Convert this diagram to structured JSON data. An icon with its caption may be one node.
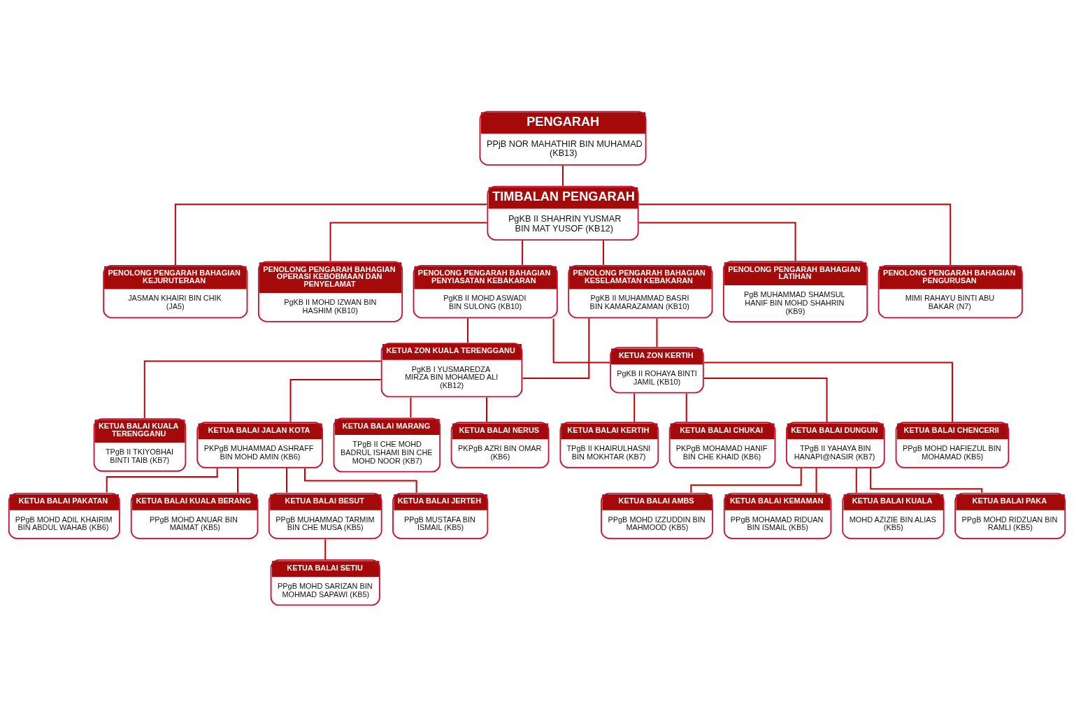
{
  "diagram": {
    "nodes": [
      {
        "text": [
          "PENGARAH",
          "PPjB NOR MAHATHIR BIN MUHAMAD (KB13)"
        ]
      },
      {
        "text": [
          "TIMBALAN PENGARAH",
          "PgKB II SHAHRIN YUSMAR BIN MAT YUSOF (KB12)"
        ]
      },
      {
        "text": [
          "PENOLONG PENGARAH BAHAGIAN KEJURUTERAAN",
          "JASMAN KHAIRI BIN CHIK (JA5)"
        ]
      },
      {
        "text": [
          "PENOLONG PENGARAH BAHAGIAN OPERASI KEBOBMAAN DAN PENYELAMAT",
          "PgKB II MOHD IZWAN BIN HASHIM (KB10)"
        ]
      },
      {
        "text": [
          "PENOLONG PENGARAH BAHAGIAN PENYIASATAN KEBAKARAN",
          "PgKB II MOHD ASWADI BIN SULONG (KB10)"
        ]
      },
      {
        "text": [
          "PENOLONG PENGARAH BAHAGIAN KESELAMATAN KEBAKARAN",
          "PgKB II MUHAMMAD BASRI BIN KAMARAZAMAN (KB10)"
        ]
      },
      {
        "text": [
          "PENOLONG PENGARAH BAHAGIAN LATIHAN",
          "PgB MUHAMMAD SHAMSUL HANIF BIN MOHD SHAHRIN (KB9)"
        ]
      },
      {
        "text": [
          "PENOLONG PENGARAH BAHAGIAN PENGURUSAN",
          "MIMI RAHAYU BINTI ABU BAKAR (N7)"
        ]
      },
      {
        "text": [
          "KETUA ZON KUALA TERENGGANU",
          "PgKB I YUSMAREDZA MIRZA BIN MOHAMED ALI (KB12)"
        ]
      },
      {
        "text": [
          "KETUA ZON KERTIH",
          "PgKB II ROHAYA BINTI JAMIL (KB10)"
        ]
      },
      {
        "text": [
          "KETUA BALAI KUALA TERENGGANU",
          "TPgB II TKIYOBHAI BINTI TAIB (KB7)"
        ]
      },
      {
        "text": [
          "KETUA BALAI JALAN KOTA",
          "PKPgB MUHAMMAD ASHRAFF BIN MOHD AMIN (KB6)"
        ]
      },
      {
        "text": [
          "KETUA BALAI MARANG",
          "TPgB II CHE MOHD BADRUL ISHAMI BIN CHE MOHD NOOR (KB7)"
        ]
      },
      {
        "text": [
          "KETUA BALAI NERUS",
          "PKPgB AZRI BIN OMAR (KB6)"
        ]
      },
      {
        "text": [
          "KETUA BALAI KERTIH",
          "TPgB II KHAIRULHASNI BIN MOKHTAR (KB7)"
        ]
      },
      {
        "text": [
          "KETUA BALAI CHUKAI",
          "PKPgB MOHAMAD HANIF BIN CHE KHAID (KB6)"
        ]
      },
      {
        "text": [
          "KETUA BALAI DUNGUN",
          "TPgB II YAHAYA BIN HANAPI@NASIR (KB7)"
        ]
      },
      {
        "text": [
          "KETUA BALAI CHENCERII",
          "PPgB MOHD HAFIEZUL BIN MOHAMAD (KB5)"
        ]
      },
      {
        "text": [
          "KETUA BALAI PAKATAN",
          "PPgB MOHD ADIL KHAIRIM BIN ABDUL WAHAB (KB6)"
        ]
      },
      {
        "text": [
          "KETUA BALAI KUALA BERANG",
          "PPgB MOHD ANUAR BIN MAIMAT (KB5)"
        ]
      },
      {
        "text": [
          "KETUA BALAI BESUT",
          "PPgB MUHAMMAD TARMIM BIN CHE MUSA (KB5)"
        ]
      },
      {
        "text": [
          "KETUA BALAI JERTEH",
          "PPgB MUSTAFA BIN ISMAIL (KB5)"
        ]
      },
      {
        "text": [
          "KETUA BALAI AMBS",
          "PPgB MOHD IZZUDDIN BIN MAHMOOD (KB5)"
        ]
      },
      {
        "text": [
          "KETUA BALAI KEMAMAN",
          "PPgB MOHAMAD RIDUAN BIN ISMAIL (KB5)"
        ]
      },
      {
        "text": [
          "KETUA BALAI KUALA",
          "MOHD AZIZIE BIN ALIAS (KB5)"
        ]
      },
      {
        "text": [
          "KETUA BALAI PAKA",
          "PPgB MOHD RIDZUAN BIN RAMLI (KB5)"
        ]
      },
      {
        "text": [
          "KETUA BALAI SETIU",
          "PPgB MOHD SARIZAN BIN MOHMAD SAPAWI (KB5)"
        ]
      }
    ],
    "edges": [
      {
        "from": 0,
        "to": 1,
        "arrow": "none"
      },
      {
        "from": 1,
        "to": 2,
        "arrow": "none"
      },
      {
        "from": 1,
        "to": 3,
        "arrow": "none"
      },
      {
        "from": 1,
        "to": 4,
        "arrow": "none"
      },
      {
        "from": 1,
        "to": 5,
        "arrow": "none"
      },
      {
        "from": 1,
        "to": 6,
        "arrow": "none"
      },
      {
        "from": 1,
        "to": 7,
        "arrow": "none"
      },
      {
        "from": 4,
        "to": 8,
        "arrow": "none"
      },
      {
        "from": 4,
        "to": 9,
        "arrow": "none"
      },
      {
        "from": 5,
        "to": 8,
        "arrow": "none"
      },
      {
        "from": 5,
        "to": 9,
        "arrow": "none"
      },
      {
        "from": 8,
        "to": 10,
        "arrow": "none"
      },
      {
        "from": 8,
        "to": 11,
        "arrow": "none"
      },
      {
        "from": 8,
        "to": 12,
        "arrow": "none"
      },
      {
        "from": 8,
        "to": 13,
        "arrow": "none"
      },
      {
        "from": 9,
        "to": 14,
        "arrow": "none"
      },
      {
        "from": 9,
        "to": 15,
        "arrow": "none"
      },
      {
        "from": 9,
        "to": 16,
        "arrow": "none"
      },
      {
        "from": 9,
        "to": 17,
        "arrow": "none"
      },
      {
        "from": 11,
        "to": 18,
        "arrow": "none"
      },
      {
        "from": 11,
        "to": 19,
        "arrow": "none"
      },
      {
        "from": 11,
        "to": 20,
        "arrow": "none"
      },
      {
        "from": 11,
        "to": 21,
        "arrow": "none"
      },
      {
        "from": 16,
        "to": 22,
        "arrow": "none"
      },
      {
        "from": 16,
        "to": 23,
        "arrow": "none"
      },
      {
        "from": 16,
        "to": 24,
        "arrow": "none"
      },
      {
        "from": 16,
        "to": 25,
        "arrow": "none"
      },
      {
        "from": 20,
        "to": 26,
        "arrow": "none"
      }
    ]
  }
}
